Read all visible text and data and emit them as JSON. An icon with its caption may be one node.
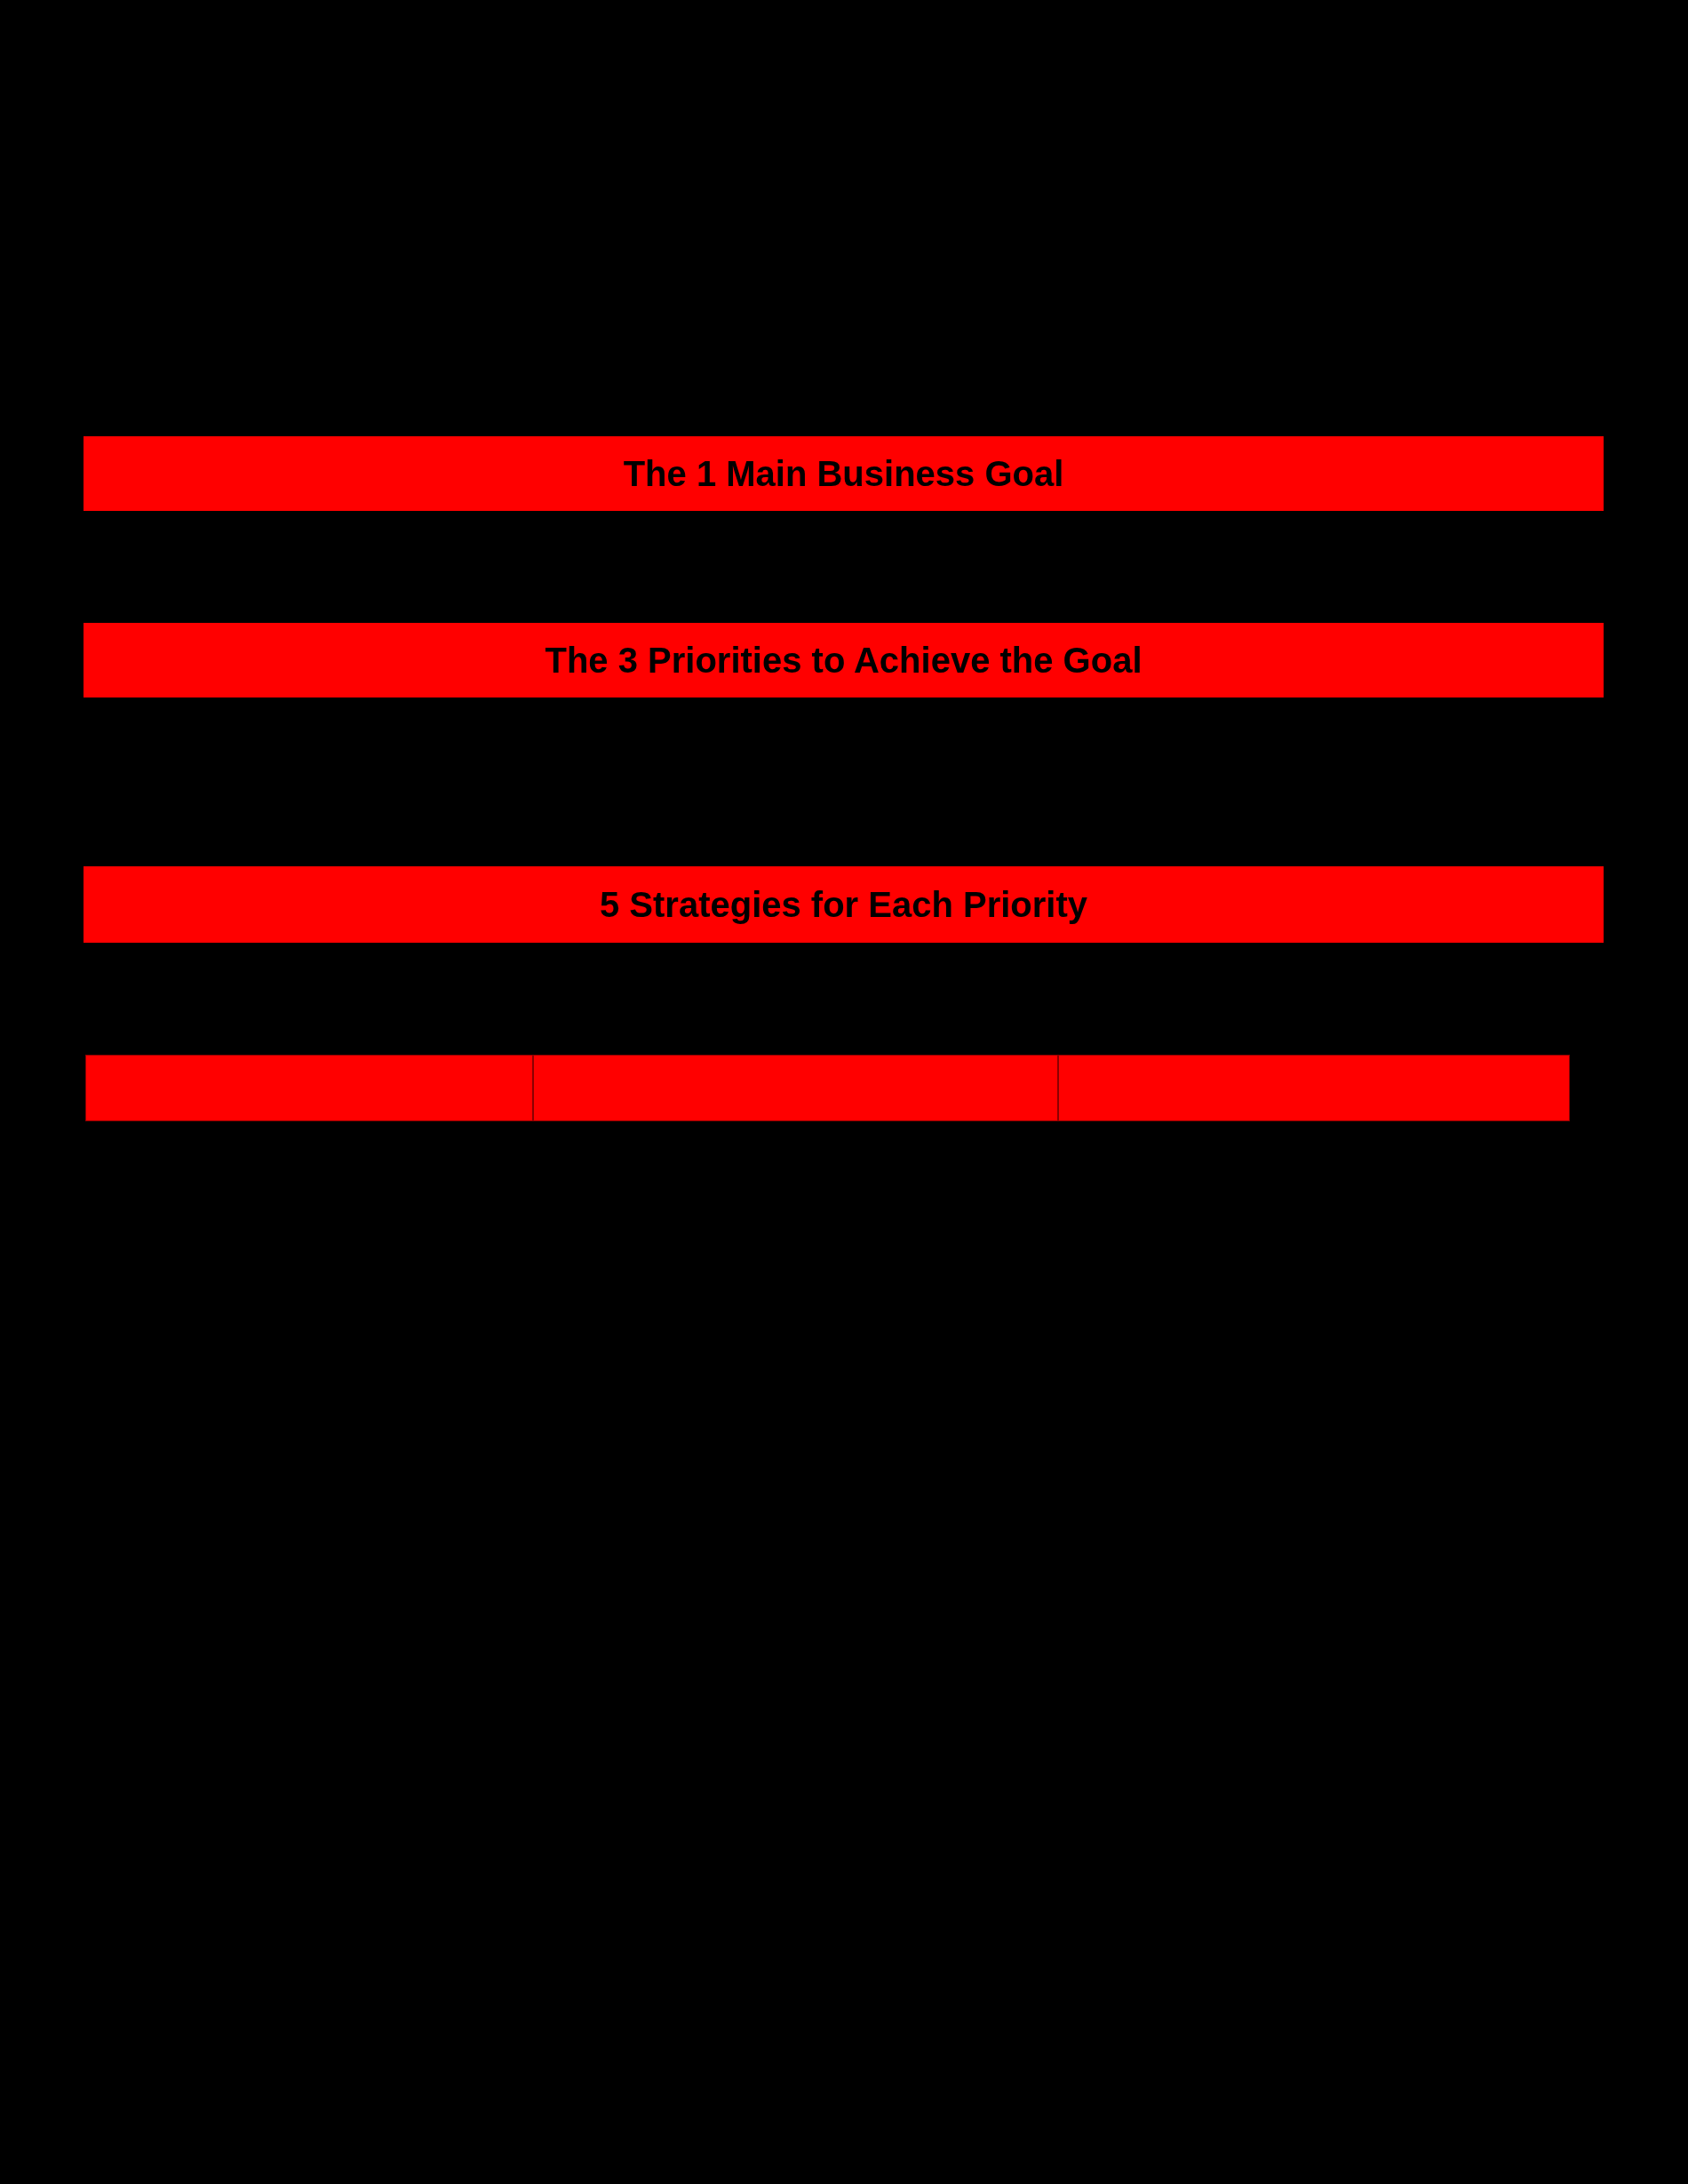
{
  "diagram": {
    "nodes": [
      {
        "text": [
          "The 1 Main Business Goal"
        ]
      },
      {
        "text": [
          "The 3 Priorities to Achieve the Goal"
        ]
      },
      {
        "text": [
          "5 Strategies for Each Priority"
        ]
      },
      {
        "text": [],
        "shape": "box"
      },
      {
        "text": [],
        "shape": "box"
      },
      {
        "text": [],
        "shape": "box"
      }
    ]
  }
}
